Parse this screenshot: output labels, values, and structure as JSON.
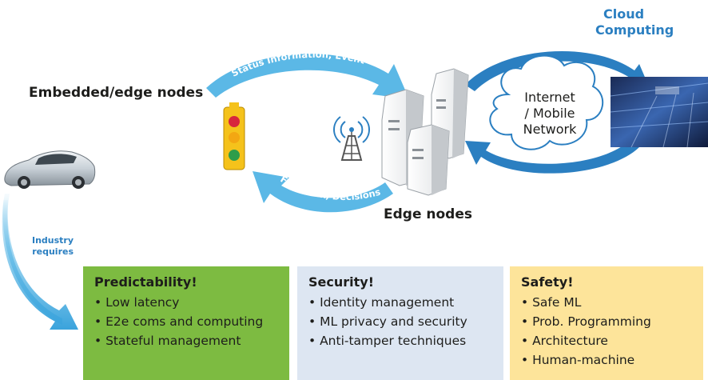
{
  "labels": {
    "embedded": "Embedded/edge nodes",
    "cloud": "Cloud\nComputing",
    "cloud_line1": "Cloud",
    "cloud_line2": "Computing",
    "internet_line1": "Internet",
    "internet_line2": "/ Mobile",
    "internet_line3": "Network",
    "edge_nodes": "Edge nodes",
    "status_arrow": "Status Information, Events",
    "feedback_arrow": "Feedback, Decisions",
    "industry_line1": "Industry",
    "industry_line2": "requires"
  },
  "boxes": [
    {
      "title": "Predictability!",
      "items": [
        "Low latency",
        "E2e coms and computing",
        "Stateful management"
      ],
      "color": "#7dbb41"
    },
    {
      "title": "Security!",
      "items": [
        "Identity management",
        "ML privacy and security",
        "Anti-tamper techniques"
      ],
      "color": "#dde6f2"
    },
    {
      "title": "Safety!",
      "items": [
        "Safe ML",
        "Prob. Programming",
        "Architecture",
        "Human-machine"
      ],
      "color": "#fde49a"
    }
  ],
  "colors": {
    "arrow_light": "#5bb8e6",
    "arrow_dark": "#2b7fc1",
    "accent_blue": "#2b7fc1"
  },
  "icons": [
    "car-icon",
    "traffic-light-icon",
    "antenna-icon",
    "server-icon",
    "cloud-icon",
    "datacenter-icon"
  ]
}
